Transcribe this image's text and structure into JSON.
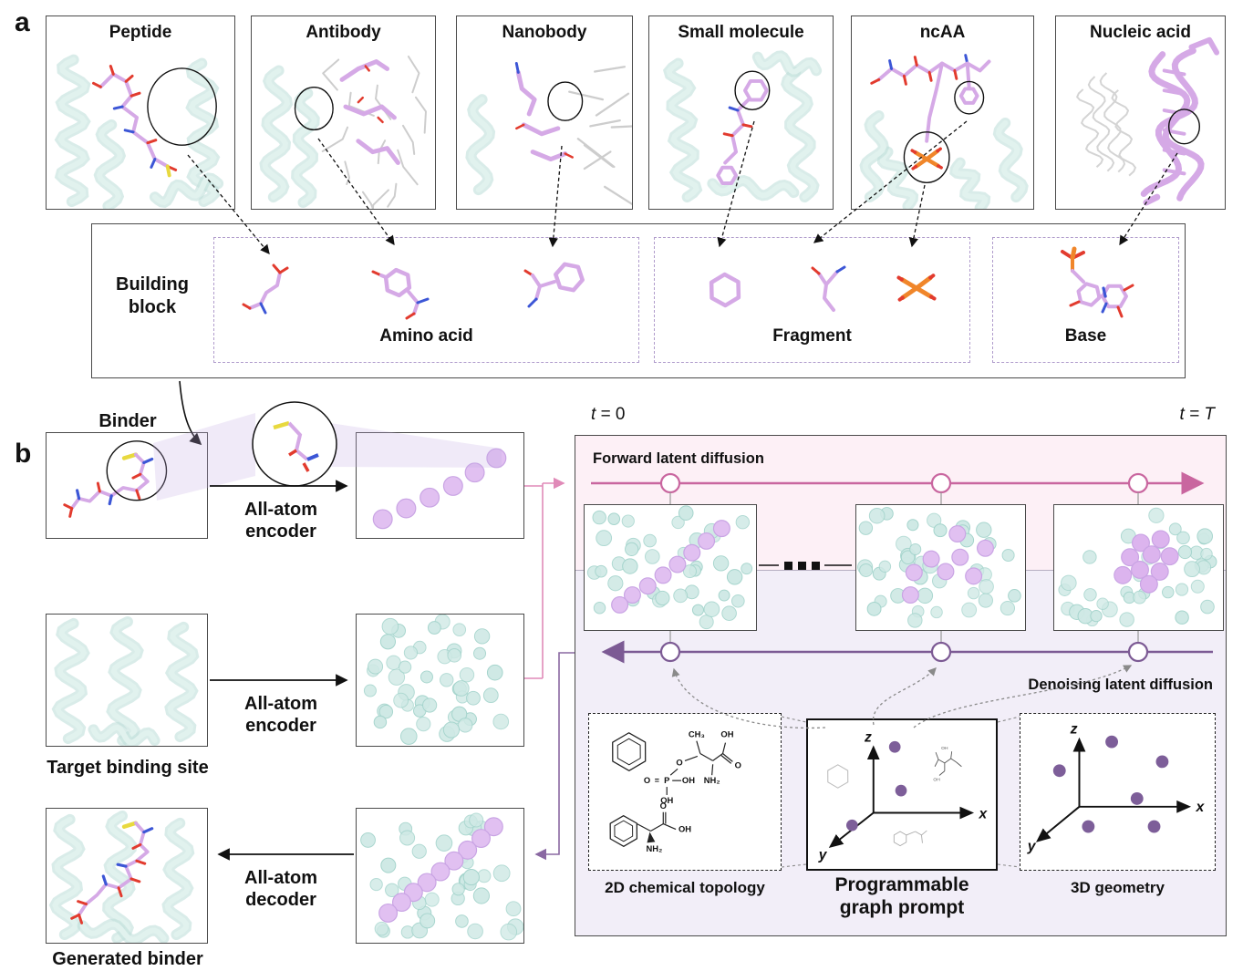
{
  "panel_a": {
    "label": "a",
    "panels": [
      {
        "title": "Peptide"
      },
      {
        "title": "Antibody"
      },
      {
        "title": "Nanobody"
      },
      {
        "title": "Small molecule"
      },
      {
        "title": "ncAA"
      },
      {
        "title": "Nucleic acid"
      }
    ],
    "building_block": {
      "title": "Building block",
      "groups": [
        {
          "title": "Amino acid"
        },
        {
          "title": "Fragment"
        },
        {
          "title": "Base"
        }
      ]
    }
  },
  "panel_b": {
    "label": "b",
    "binder_title": "Binder",
    "target_title": "Target binding site",
    "generated_title": "Generated binder",
    "encoder_label": "All-atom encoder",
    "decoder_label": "All-atom decoder",
    "timeline": {
      "t_symbol": "t",
      "t_start_rest": "= 0",
      "t_end_rest": "= T",
      "forward_label": "Forward latent diffusion",
      "denoising_label": "Denoising latent diffusion"
    },
    "prompt_row": {
      "chem_title": "2D chemical topology",
      "prompt_title": "Programmable graph prompt",
      "geometry_title": "3D geometry",
      "axis_x": "x",
      "axis_y": "y",
      "axis_z": "z"
    },
    "chemistry": {
      "ch3": "CH₃",
      "oh": "OH",
      "o": "O",
      "eq": "=",
      "p": "P",
      "nh2": "NH₂"
    }
  },
  "colors": {
    "forward_arrow": "#c9669f",
    "denoise_arrow": "#7c5a94",
    "pink_connector": "#e08ab8",
    "purple_connector": "#8a68a2",
    "pink_region": "#fdf0f6",
    "lavender_region": "#f2eef8",
    "teal_atom_fill": "#cfe9e5",
    "teal_atom_stroke": "#a4d4cc",
    "binder_atom_fill": "#e1c0f1",
    "binder_atom_stroke": "#c9a4e4",
    "prompt_dot": "#7d5e99",
    "molecule_purple": "#d5a9e6",
    "ribbon_teal": "#bfe0da",
    "ribbon_teal_light": "#e2f2ee",
    "gray_ribbon": "#cdcdcd",
    "oxygen_red": "#e23b2e",
    "nitrogen_blue": "#3c56d6",
    "sulfur_yellow": "#e8d93f",
    "phosphorus_orange": "#f0862a"
  }
}
